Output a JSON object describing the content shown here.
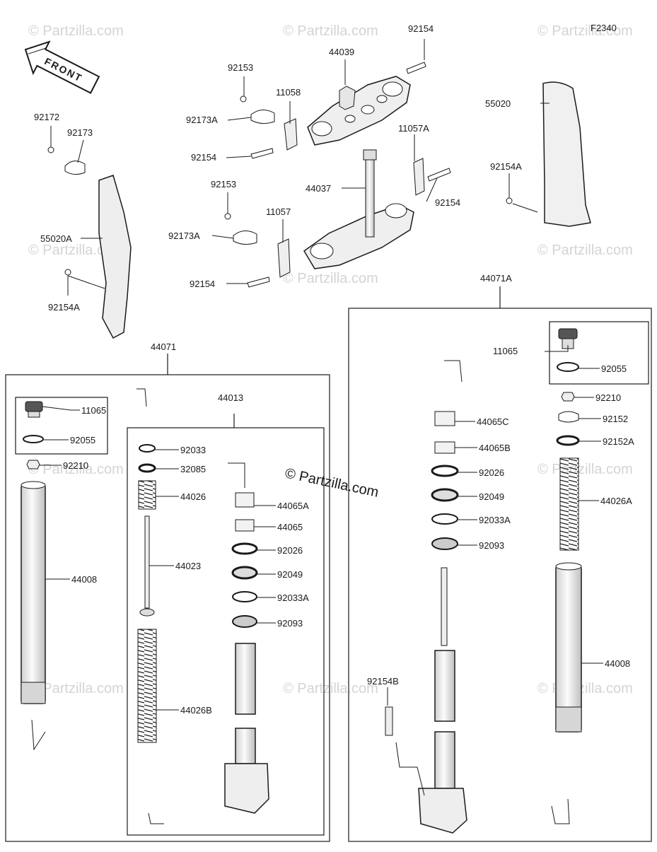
{
  "figure_id": "F2340",
  "front_label": "FRONT",
  "watermark": "© Partzilla.com",
  "colors": {
    "line": "#1a1a1a",
    "part_fill": "#f2f2f2",
    "part_shade": "#bdbdbd",
    "watermark": "#d4d4d4",
    "background": "#ffffff"
  },
  "parts": {
    "p92154_top": "92154",
    "p44039": "44039",
    "p92153_a": "92153",
    "p11058": "11058",
    "p92173A_a": "92173A",
    "p92154_b": "92154",
    "p11057A": "11057A",
    "p44037": "44037",
    "p92154_c": "92154",
    "p92153_b": "92153",
    "p11057": "11057",
    "p92173A_b": "92173A",
    "p92154_d": "92154",
    "p92172": "92172",
    "p92173": "92173",
    "p55020A": "55020A",
    "p92154A_l": "92154A",
    "p55020": "55020",
    "p92154A_r": "92154A",
    "p44071": "44071",
    "p44071A": "44071A",
    "p11065_l": "11065",
    "p92055_l": "92055",
    "p92210_l": "92210",
    "p44008_l": "44008",
    "p44013": "44013",
    "p92033": "92033",
    "p32085": "32085",
    "p44026": "44026",
    "p44023": "44023",
    "p44026B": "44026B",
    "p44065A": "44065A",
    "p44065": "44065",
    "p92026_l": "92026",
    "p92049_l": "92049",
    "p92033A_l": "92033A",
    "p92093_l": "92093",
    "p11065_r": "11065",
    "p92055_r": "92055",
    "p92210_r": "92210",
    "p92152": "92152",
    "p92152A": "92152A",
    "p44026A": "44026A",
    "p44008_r": "44008",
    "p44065C": "44065C",
    "p44065B": "44065B",
    "p92026_r": "92026",
    "p92049_r": "92049",
    "p92033A_r": "92033A",
    "p92093_r": "92093",
    "p92154B": "92154B"
  }
}
